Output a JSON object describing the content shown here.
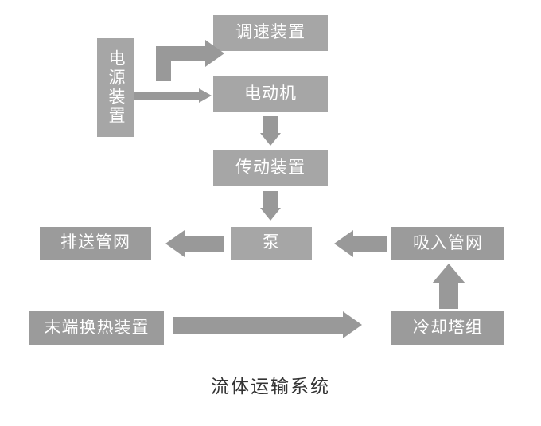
{
  "diagram": {
    "caption": "流体运输系统",
    "colors": {
      "node_fill": "#a6a6a6",
      "node_fill_dark": "#9b9b9b",
      "node_text": "#ffffff",
      "arrow": "#999999",
      "caption_text": "#333333",
      "background": "#ffffff"
    },
    "nodes": [
      {
        "id": "power-supply",
        "label": "电源装置",
        "orientation": "vertical"
      },
      {
        "id": "speed-regulator",
        "label": "调速装置",
        "orientation": "horizontal"
      },
      {
        "id": "electric-motor",
        "label": "电动机",
        "orientation": "horizontal"
      },
      {
        "id": "transmission",
        "label": "传动装置",
        "orientation": "horizontal"
      },
      {
        "id": "pump",
        "label": "泵",
        "orientation": "horizontal"
      },
      {
        "id": "discharge-pipe-network",
        "label": "排送管网",
        "orientation": "horizontal"
      },
      {
        "id": "suction-pipe-network",
        "label": "吸入管网",
        "orientation": "horizontal"
      },
      {
        "id": "terminal-heat-exchanger",
        "label": "末端换热装置",
        "orientation": "horizontal"
      },
      {
        "id": "cooling-tower-group",
        "label": "冷却塔组",
        "orientation": "horizontal"
      }
    ],
    "connections": [
      {
        "from": "power-supply",
        "to": "speed-regulator",
        "direction": "elbow-up-right"
      },
      {
        "from": "power-supply",
        "to": "electric-motor",
        "direction": "right"
      },
      {
        "from": "electric-motor",
        "to": "transmission",
        "direction": "down"
      },
      {
        "from": "transmission",
        "to": "pump",
        "direction": "down"
      },
      {
        "from": "pump",
        "to": "discharge-pipe-network",
        "direction": "left"
      },
      {
        "from": "suction-pipe-network",
        "to": "pump",
        "direction": "left"
      },
      {
        "from": "cooling-tower-group",
        "to": "suction-pipe-network",
        "direction": "up"
      },
      {
        "from": "terminal-heat-exchanger",
        "to": "cooling-tower-group",
        "direction": "right"
      }
    ]
  }
}
